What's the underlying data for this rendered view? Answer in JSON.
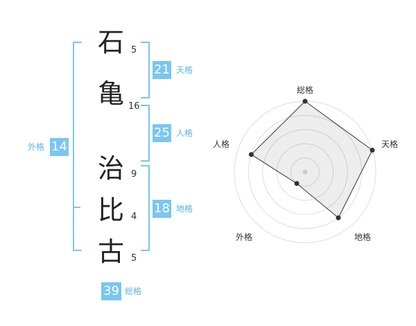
{
  "name_chars": [
    {
      "char": "石",
      "strokes": "5"
    },
    {
      "char": "亀",
      "strokes": "16"
    },
    {
      "char": "治",
      "strokes": "9"
    },
    {
      "char": "比",
      "strokes": "4"
    },
    {
      "char": "古",
      "strokes": "5"
    }
  ],
  "kaku": {
    "tenkaku": {
      "value": "21",
      "label": "天格"
    },
    "jinkaku": {
      "value": "25",
      "label": "人格"
    },
    "chikaku": {
      "value": "18",
      "label": "地格"
    },
    "gaikaku": {
      "value": "14",
      "label": "外格"
    },
    "soukaku": {
      "value": "39",
      "label": "総格"
    }
  },
  "chart_data": {
    "type": "radar",
    "axes": [
      "総格",
      "天格",
      "地格",
      "外格",
      "人格"
    ],
    "values": [
      5,
      5,
      4,
      1,
      4
    ],
    "rmax": 5,
    "rings": 5
  }
}
